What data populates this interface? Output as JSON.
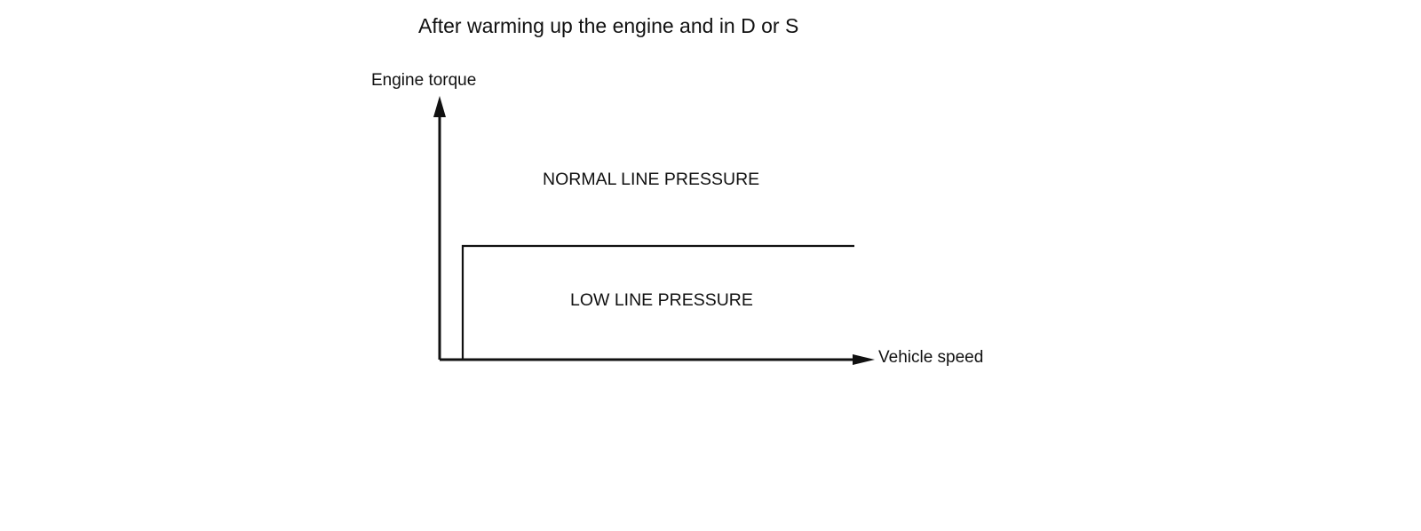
{
  "diagram": {
    "title": "After warming up the engine and in D or S",
    "y_axis_label": "Engine torque",
    "x_axis_label": "Vehicle speed",
    "regions": [
      {
        "label": "NORMAL LINE PRESSURE",
        "position": "above-boundary"
      },
      {
        "label": "LOW LINE PRESSURE",
        "position": "below-boundary"
      }
    ],
    "colors": {
      "line": "#111111",
      "background": "#ffffff"
    }
  }
}
